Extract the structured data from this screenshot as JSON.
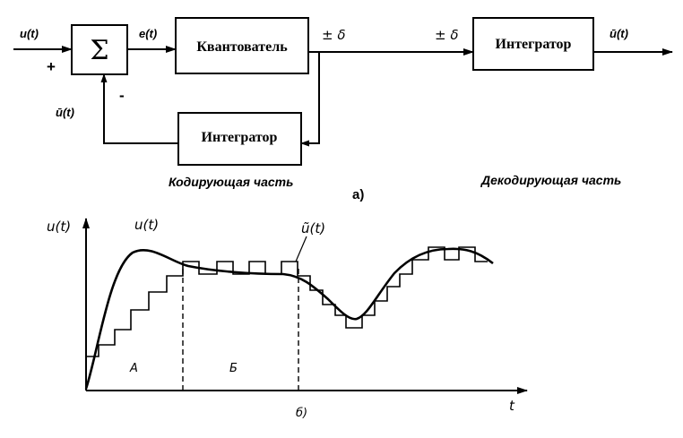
{
  "block_diagram": {
    "sum_symbol": "Σ",
    "quantizer_label": "Квантователь",
    "integrator_feedback_label": "Интегратор",
    "integrator_decoder_label": "Интегратор",
    "input_signal": "u(t)",
    "error_signal": "e(t)",
    "feedback_signal": "ū(t)",
    "output_signal": "ū(t)",
    "delta_label_1": "± δ",
    "delta_label_2": "± δ",
    "plus_sign": "+",
    "minus_sign": "-",
    "encoder_caption": "Кодирующая часть",
    "decoder_caption": "Декодирующая часть",
    "subfigure_label": "а)"
  },
  "graph": {
    "y_axis_label": "u(t)",
    "x_axis_label": "t",
    "curve_label": "u(t)",
    "step_label": "ũ(t)",
    "region_a_label": "А",
    "region_b_label": "Б",
    "subfigure_label": "б)",
    "line_color": "#000000"
  }
}
